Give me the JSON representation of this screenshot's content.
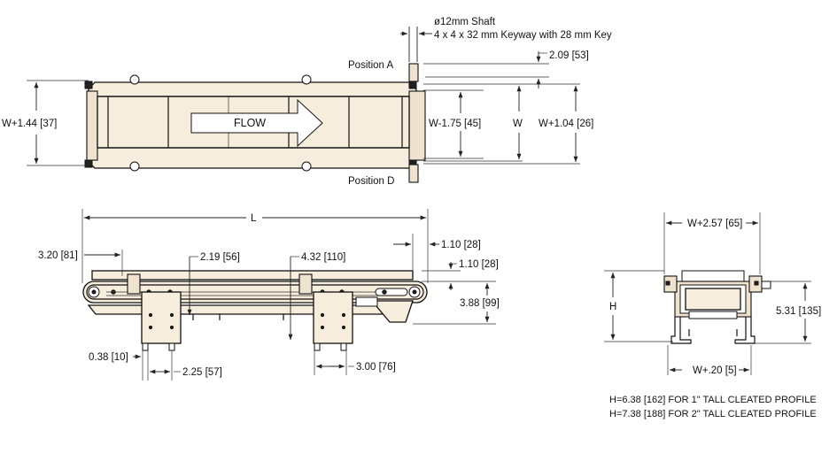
{
  "top_view": {
    "shaft_label": "ø12mm Shaft",
    "keyway_label": "4 x 4 x 32 mm Keyway with 28 mm Key",
    "position_a": "Position A",
    "position_d": "Position D",
    "flow_label": "FLOW",
    "dim_w_plus_144": "W+1.44 [37]",
    "dim_w_minus_175": "W-1.75 [45]",
    "dim_w": "W",
    "dim_w_plus_104": "W+1.04 [26]",
    "dim_209": "2.09 [53]"
  },
  "side_view": {
    "dim_l": "L",
    "dim_320": "3.20 [81]",
    "dim_219": "2.19 [56]",
    "dim_432": "4.32 [110]",
    "dim_110_a": "1.10 [28]",
    "dim_110_b": "1.10 [28]",
    "dim_388": "3.88 [99]",
    "dim_038": "0.38 [10]",
    "dim_225": "2.25 [57]",
    "dim_300": "3.00 [76]"
  },
  "end_view": {
    "dim_w_plus_257": "W+2.57 [65]",
    "dim_h": "H",
    "dim_531": "5.31 [135]",
    "dim_w_plus_020": "W+.20 [5]",
    "note_1": "H=6.38 [162] FOR 1\" TALL CLEATED PROFILE",
    "note_2": "H=7.38 [188] FOR 2\" TALL CLEATED PROFILE"
  }
}
